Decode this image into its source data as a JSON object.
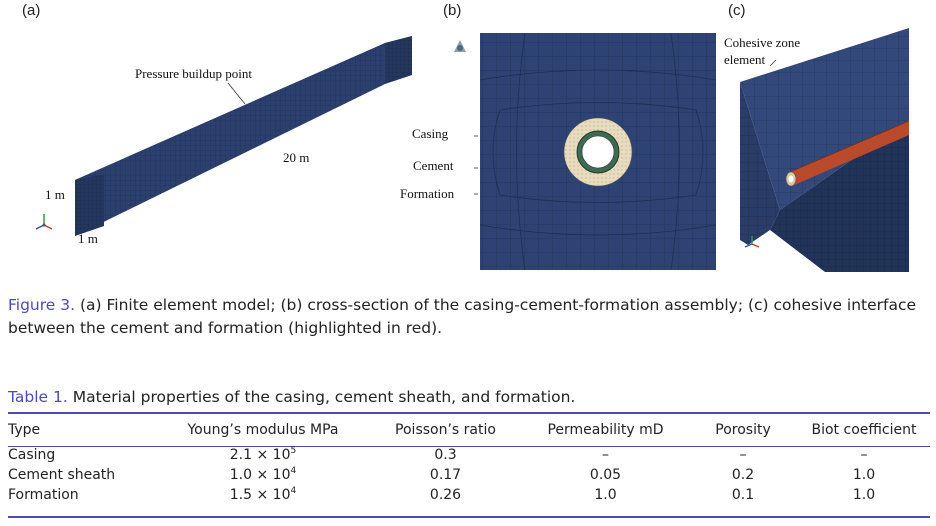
{
  "figure": {
    "panels": [
      {
        "label": "(a)",
        "annotations": [
          "Pressure buildup point",
          "20 m",
          "1 m",
          "1 m"
        ]
      },
      {
        "label": "(b)",
        "annotations": [
          "Casing",
          "Cement",
          "Formation"
        ]
      },
      {
        "label": "(c)",
        "annotations": [
          "Cohesive zone",
          "element"
        ]
      }
    ],
    "caption_lead": "Figure 3.",
    "caption_text": " (a) Finite element model; (b) cross-section of the casing-cement-formation assembly; (c) cohesive interface between the cement and formation (highlighted in red).",
    "colors": {
      "mesh": "#2e4373",
      "accent": "#4a4ab8",
      "interface": "#b94a2c"
    }
  },
  "table": {
    "caption_lead": "Table 1.",
    "caption_text": " Material properties of the casing, cement sheath, and formation.",
    "headers": [
      "Type",
      "Young’s modulus MPa",
      "Poisson’s ratio",
      "Permeability mD",
      "Porosity",
      "Biot coefficient"
    ],
    "rows": [
      {
        "type": "Casing",
        "modulus_mantissa": "2.1 × 10",
        "modulus_exp": "5",
        "poisson": "0.3",
        "permeability": "–",
        "porosity": "–",
        "biot": "–"
      },
      {
        "type": "Cement sheath",
        "modulus_mantissa": "1.0 × 10",
        "modulus_exp": "4",
        "poisson": "0.17",
        "permeability": "0.05",
        "porosity": "0.2",
        "biot": "1.0"
      },
      {
        "type": "Formation",
        "modulus_mantissa": "1.5 × 10",
        "modulus_exp": "4",
        "poisson": "0.26",
        "permeability": "1.0",
        "porosity": "0.1",
        "biot": "1.0"
      }
    ]
  }
}
